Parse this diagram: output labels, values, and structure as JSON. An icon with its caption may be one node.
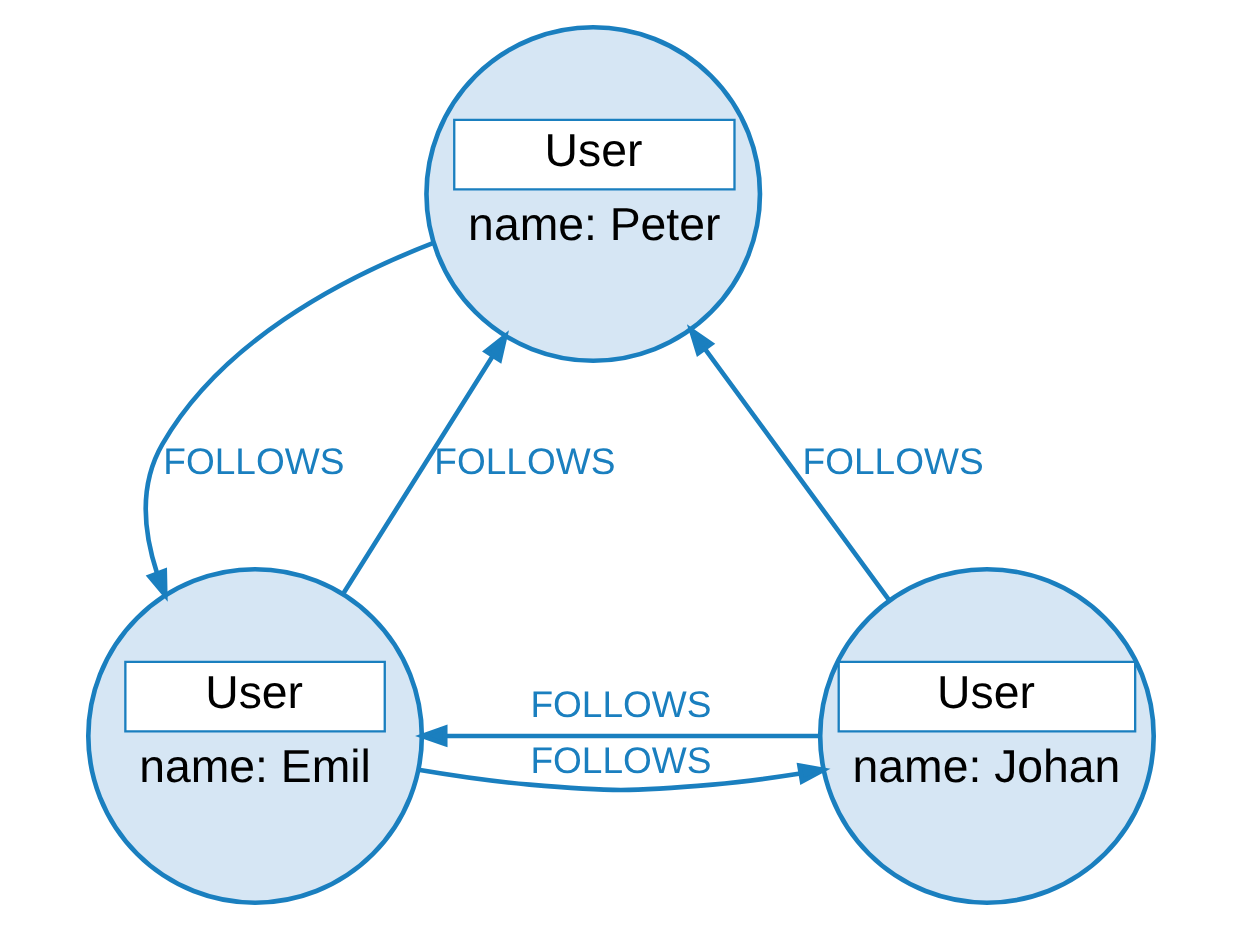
{
  "diagram": {
    "nodes": [
      {
        "text": [
          "User",
          "name: Peter"
        ]
      },
      {
        "text": [
          "User",
          "name: Johan"
        ]
      },
      {
        "text": [
          "User",
          "name: Emil"
        ]
      }
    ],
    "edges": [
      {
        "from": 1,
        "to": 0,
        "arrow": "to",
        "label": "FOLLOWS"
      },
      {
        "from": 0,
        "to": 2,
        "arrow": "to",
        "label": "FOLLOWS"
      },
      {
        "from": 2,
        "to": 0,
        "arrow": "to",
        "label": "FOLLOWS"
      },
      {
        "from": 1,
        "to": 2,
        "arrow": "to",
        "label": "FOLLOWS"
      },
      {
        "from": 2,
        "to": 1,
        "arrow": "to",
        "label": "FOLLOWS"
      }
    ]
  }
}
